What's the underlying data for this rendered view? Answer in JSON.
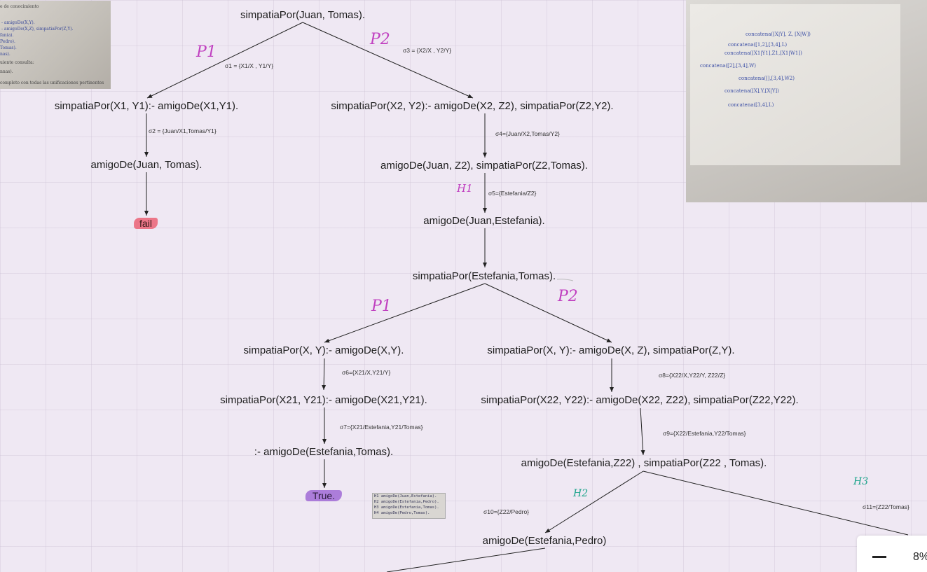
{
  "nodes": {
    "root": "simpatiaPor(Juan, Tomas).",
    "p1_rule": "simpatiaPor(X1, Y1):- amigoDe(X1,Y1).",
    "p2_rule": "simpatiaPor(X2, Y2):- amigoDe(X2, Z2), simpatiaPor(Z2,Y2).",
    "p1_goal": "amigoDe(Juan, Tomas).",
    "p2_goal": "amigoDe(Juan, Z2), simpatiaPor(Z2,Tomas).",
    "p2_goal2": "amigoDe(Juan,Estefania).",
    "sub_root": "simpatiaPor(Estefania,Tomas).",
    "sub_p1_rule": "simpatiaPor(X, Y):- amigoDe(X,Y).",
    "sub_p2_rule": "simpatiaPor(X, Y):- amigoDe(X, Z), simpatiaPor(Z,Y).",
    "sub_p1_renamed": "simpatiaPor(X21, Y21):- amigoDe(X21,Y21).",
    "sub_p2_renamed": "simpatiaPor(X22, Y22):- amigoDe(X22, Z22), simpatiaPor(Z22,Y22).",
    "sub_p1_goal": ":- amigoDe(Estefania,Tomas).",
    "sub_p2_goal": "amigoDe(Estefania,Z22) , simpatiaPor(Z22 , Tomas).",
    "h2_goal": "amigoDe(Estefania,Pedro)",
    "fail": "fail",
    "true": "True."
  },
  "sigmas": {
    "s1": "σ1 = {X1/X , Y1/Y}",
    "s2": "σ2 = {Juan/X1,Tomas/Y1}",
    "s3": "σ3 = {X2/X , Y2/Y}",
    "s4": "σ4={Juan/X2,Tomas/Y2}",
    "s5": "σ5={Estefania/Z2}",
    "s6": "σ6={X21/X,Y21/Y}",
    "s7": "σ7={X21/Estefania,Y21/Tomas}",
    "s8": "σ8={X22/X,Y22/Y, Z22/Z}",
    "s9": "σ9={X22/Estefania,Y22/Tomas}",
    "s10": "σ10={Z22/Pedro}",
    "s11": "σ11={Z22/Tomas}"
  },
  "handwritten": {
    "p1_top": "P1",
    "p2_top": "P2",
    "h1": "H1",
    "p1_sub": "P1",
    "p2_sub": "P2",
    "h2": "H2",
    "h3": "H3"
  },
  "photo_left": {
    "lines": [
      "e de conocimiento",
      "- amigoDe(X,Y).",
      "- amigoDe(X,Z), simpatiaPor(Z,Y).",
      "fania).",
      "Pedro).",
      "Tomas).",
      "nas).",
      "uiente consulta:",
      "nnas).",
      "completo con todas las unificaciones pertinentes"
    ]
  },
  "facts_image": {
    "lines": [
      "H1 amigoDe(Juan,Estefania).",
      "H2 amigoDe(Estefania,Pedro).",
      "H3 amigoDe(Estefania,Tomas).",
      "H4 amigoDe(Pedro,Tomas)."
    ]
  },
  "photo_right": {
    "lines": [
      "concatena([X|Y], Z, [X|W])",
      "concatena([1,2],[3,4],L)",
      "concatena([X1|Y1],Z1,[X1|W1])",
      "concatena([2],[3,4],W)",
      "concatena([],[3,4],W2)",
      "concatena([X],Y,[X|Y])",
      "concatena([3,4],L)"
    ]
  },
  "zoom": {
    "level": "8%"
  },
  "colors": {
    "fail": "#eb5064",
    "true": "#965ad2",
    "handwriting": "#c040c0",
    "handwriting_alt": "#1aa38a"
  }
}
